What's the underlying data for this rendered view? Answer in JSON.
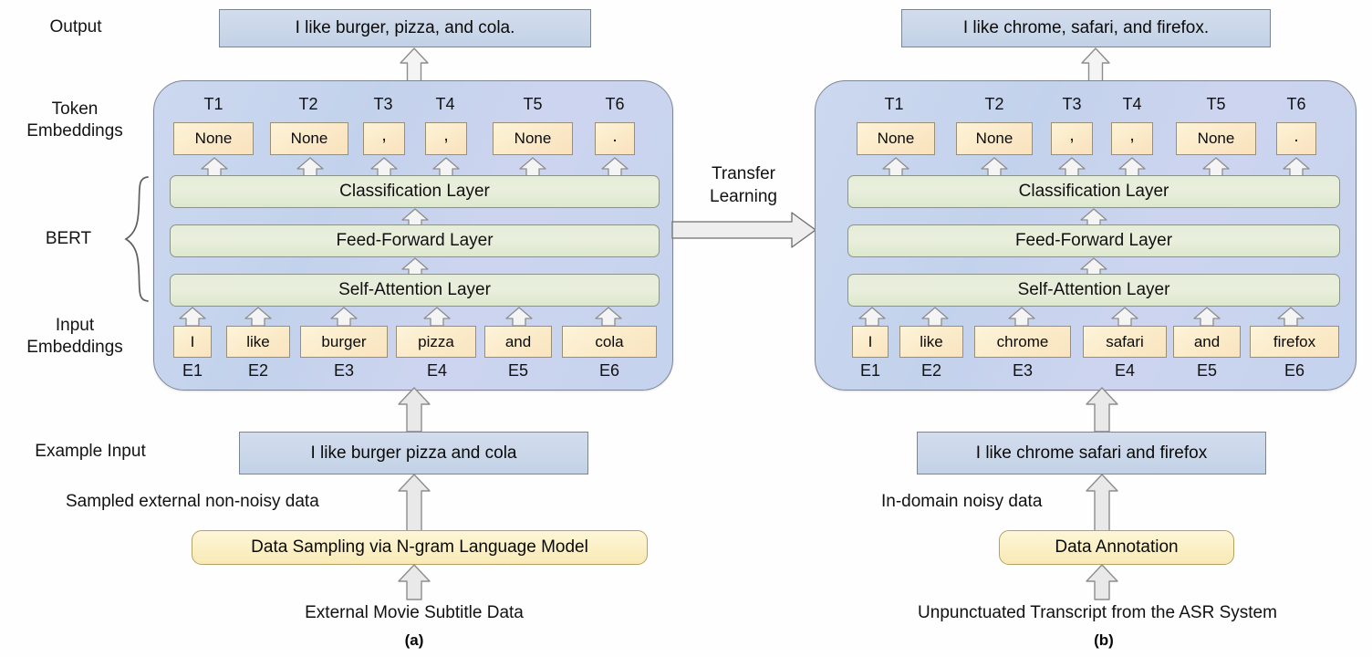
{
  "row_labels": {
    "output": "Output",
    "token_embeddings": "Token\nEmbeddings",
    "bert": "BERT",
    "input_embeddings": "Input\nEmbeddings",
    "example_input": "Example Input"
  },
  "transfer": {
    "label": "Transfer\nLearning"
  },
  "panel_a": {
    "id": "a",
    "subcaption": "(a)",
    "output_sentence": "I like burger, pizza, and cola.",
    "token_caps": [
      "T1",
      "T2",
      "T3",
      "T4",
      "T5",
      "T6"
    ],
    "token_labels": [
      "None",
      "None",
      ",",
      ",",
      "None",
      "."
    ],
    "layers": [
      "Classification Layer",
      "Feed-Forward Layer",
      "Self-Attention Layer"
    ],
    "embedding_tokens": [
      "I",
      "like",
      "burger",
      "pizza",
      "and",
      "cola"
    ],
    "embedding_caps": [
      "E1",
      "E2",
      "E3",
      "E4",
      "E5",
      "E6"
    ],
    "example_input_sentence": "I like burger pizza and cola",
    "data_note": "Sampled external non-noisy data",
    "process_box": "Data Sampling via N-gram Language Model",
    "source_caption": "External Movie Subtitle Data"
  },
  "panel_b": {
    "id": "b",
    "subcaption": "(b)",
    "output_sentence": "I like chrome, safari, and firefox.",
    "token_caps": [
      "T1",
      "T2",
      "T3",
      "T4",
      "T5",
      "T6"
    ],
    "token_labels": [
      "None",
      "None",
      ",",
      ",",
      "None",
      "."
    ],
    "layers": [
      "Classification Layer",
      "Feed-Forward Layer",
      "Self-Attention Layer"
    ],
    "embedding_tokens": [
      "I",
      "like",
      "chrome",
      "safari",
      "and",
      "firefox"
    ],
    "embedding_caps": [
      "E1",
      "E2",
      "E3",
      "E4",
      "E5",
      "E6"
    ],
    "example_input_sentence": "I like chrome safari and firefox",
    "data_note": "In-domain noisy data",
    "process_box": "Data Annotation",
    "source_caption": "Unpunctuated Transcript from the ASR System"
  },
  "colors": {
    "panel_fill": "#c8d5ee",
    "panel_border": "#7d8694",
    "layer_fill": "#e5ecd8",
    "layer_border": "#8a9488",
    "token_fill": "#fbeccb",
    "token_border": "#9a8f72",
    "blue_box_fill": "#cbd8ea",
    "blue_box_border": "#7b8694",
    "yellow_box_fill": "#fbf0c6",
    "yellow_box_border": "#b3a264",
    "arrow_fill": "#f2f2f2",
    "arrow_border": "#8d8d8d",
    "text": "#111111"
  }
}
